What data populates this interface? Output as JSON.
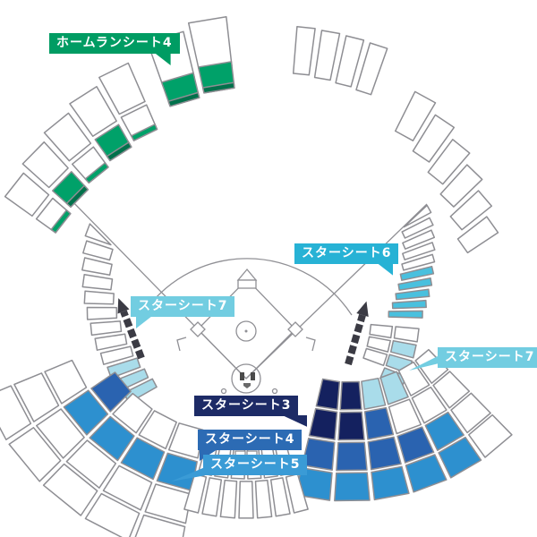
{
  "page": {
    "background": "#ffffff"
  },
  "labels": {
    "homerun4": {
      "text": "ホームランシート4",
      "bg": "#009c63"
    },
    "star6": {
      "text": "スターシート6",
      "bg": "#27b2d5"
    },
    "star7_left": {
      "text": "スターシート7",
      "bg": "#72cde1"
    },
    "star7_right": {
      "text": "スターシート7",
      "bg": "#72cde1"
    },
    "star3": {
      "text": "スターシート3",
      "bg": "#1d2b66"
    },
    "star4": {
      "text": "スターシート4",
      "bg": "#2c6bb4"
    },
    "star5": {
      "text": "スターシート5",
      "bg": "#3a9bd6"
    }
  },
  "sections": [
    {
      "id": "homerun-4",
      "name": "ホームランシート4",
      "color_key": "green"
    },
    {
      "id": "star-6",
      "name": "スターシート6",
      "color_key": "cyan"
    },
    {
      "id": "star-7",
      "name": "スターシート7",
      "color_key": "lightcyan"
    },
    {
      "id": "star-3",
      "name": "スターシート3",
      "color_key": "navy"
    },
    {
      "id": "star-4",
      "name": "スターシート4",
      "color_key": "blue"
    },
    {
      "id": "star-5",
      "name": "スターシート5",
      "color_key": "brightblue"
    }
  ],
  "colors": {
    "green": "#00a169",
    "green_dark": "#00714b",
    "cyan": "#49c0de",
    "lightcyan": "#a9dcea",
    "navy": "#14215f",
    "blue": "#2a63b0",
    "brightblue": "#2d90cf",
    "seat_fill": "#ffffff",
    "seat_outline": "#8e8e93",
    "field_line": "#909095",
    "arrow_dark": "#3b3b44",
    "label_text": "#ffffff"
  }
}
